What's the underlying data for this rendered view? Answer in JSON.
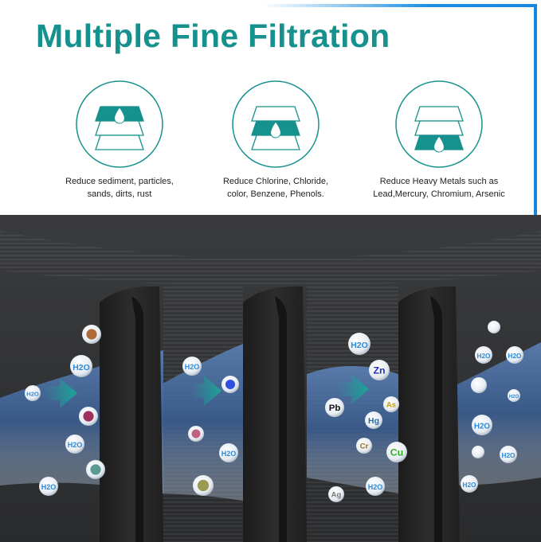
{
  "title": "Multiple Fine Filtration",
  "colors": {
    "accent": "#17918e",
    "frame_blue": "#1a86db",
    "dark_bg": "#2e2f31"
  },
  "features": [
    {
      "icon": "filter-layer-top-icon",
      "active_layer": 1,
      "line1": "Reduce sediment, particles,",
      "line2": "sands, dirts, rust"
    },
    {
      "icon": "filter-layer-middle-icon",
      "active_layer": 2,
      "line1": "Reduce Chlorine, Chloride,",
      "line2": "color, Benzene, Phenols."
    },
    {
      "icon": "filter-layer-bottom-icon",
      "active_layer": 3,
      "line1": "Reduce Heavy Metals such as",
      "line2": "Lead,Mercury, Chromium, Arsenic"
    }
  ],
  "bubbles": [
    "",
    "H2O",
    "H2O",
    "",
    "H2O",
    "",
    "H2O",
    "H2O",
    "",
    "",
    "H2O",
    "",
    "H2O",
    "Zn",
    "Pb",
    "As",
    "Hg",
    "Cr",
    "Cu",
    "Ag",
    "H2O",
    "",
    "H2O",
    "H2O",
    "",
    "H2O",
    "H2O",
    "",
    "H2O",
    "H2O"
  ]
}
